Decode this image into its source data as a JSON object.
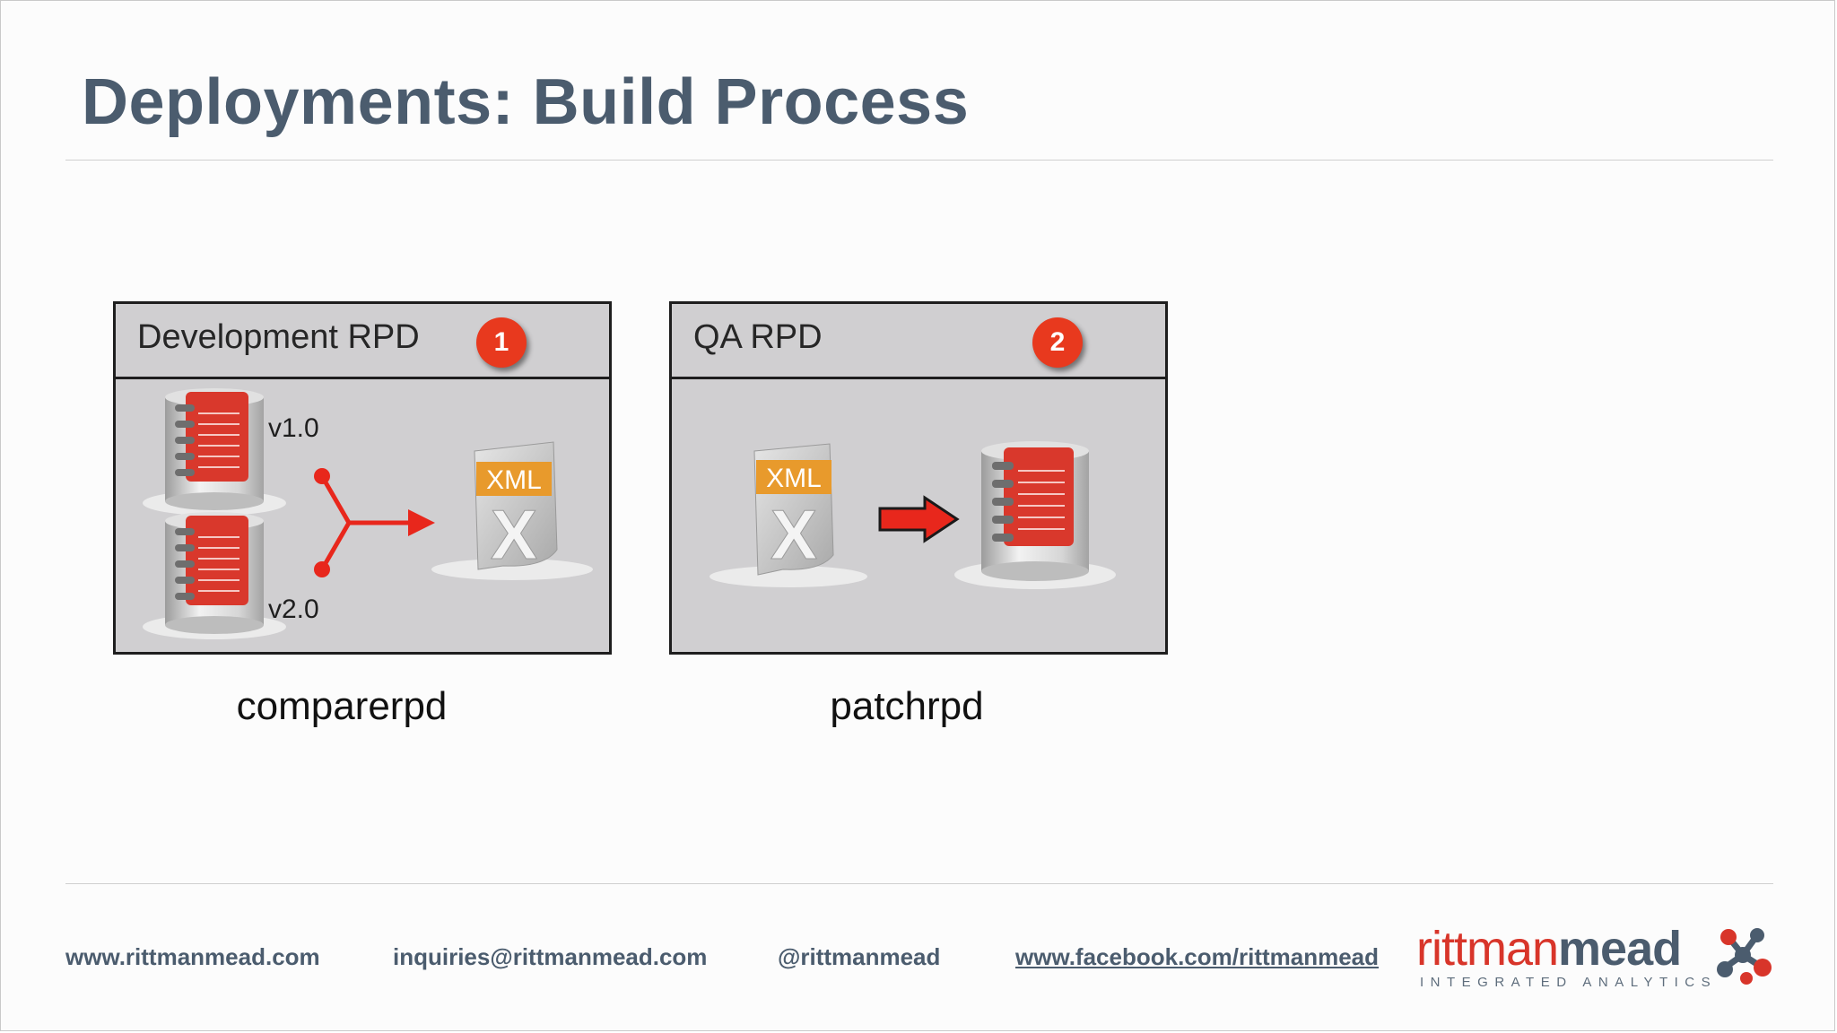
{
  "slide": {
    "title": "Deployments: Build Process"
  },
  "panels": [
    {
      "label": "Development RPD",
      "badge": "1",
      "versions": [
        "v1.0",
        "v2.0"
      ],
      "xml_label": "XML",
      "caption": "comparerpd"
    },
    {
      "label": "QA RPD",
      "badge": "2",
      "xml_label": "XML",
      "caption": "patchrpd"
    }
  ],
  "footer": {
    "website": "www.rittmanmead.com",
    "email": "inquiries@rittmanmead.com",
    "twitter": "@rittmanmead",
    "facebook": "www.facebook.com/rittmanmead"
  },
  "logo": {
    "word_part1": "rittman",
    "word_part2": "mead",
    "tagline": "INTEGRATED ANALYTICS"
  },
  "colors": {
    "title": "#4b5c6e",
    "accent_red": "#e8391e",
    "panel_bg": "#d0cfd1",
    "xml_orange": "#e89a2c"
  },
  "icons": {
    "badge": "numbered-circle",
    "db": "database-notebook-icon",
    "xml": "xml-file-icon",
    "arrow": "right-arrow-icon",
    "merge": "merge-arrow-icon"
  }
}
